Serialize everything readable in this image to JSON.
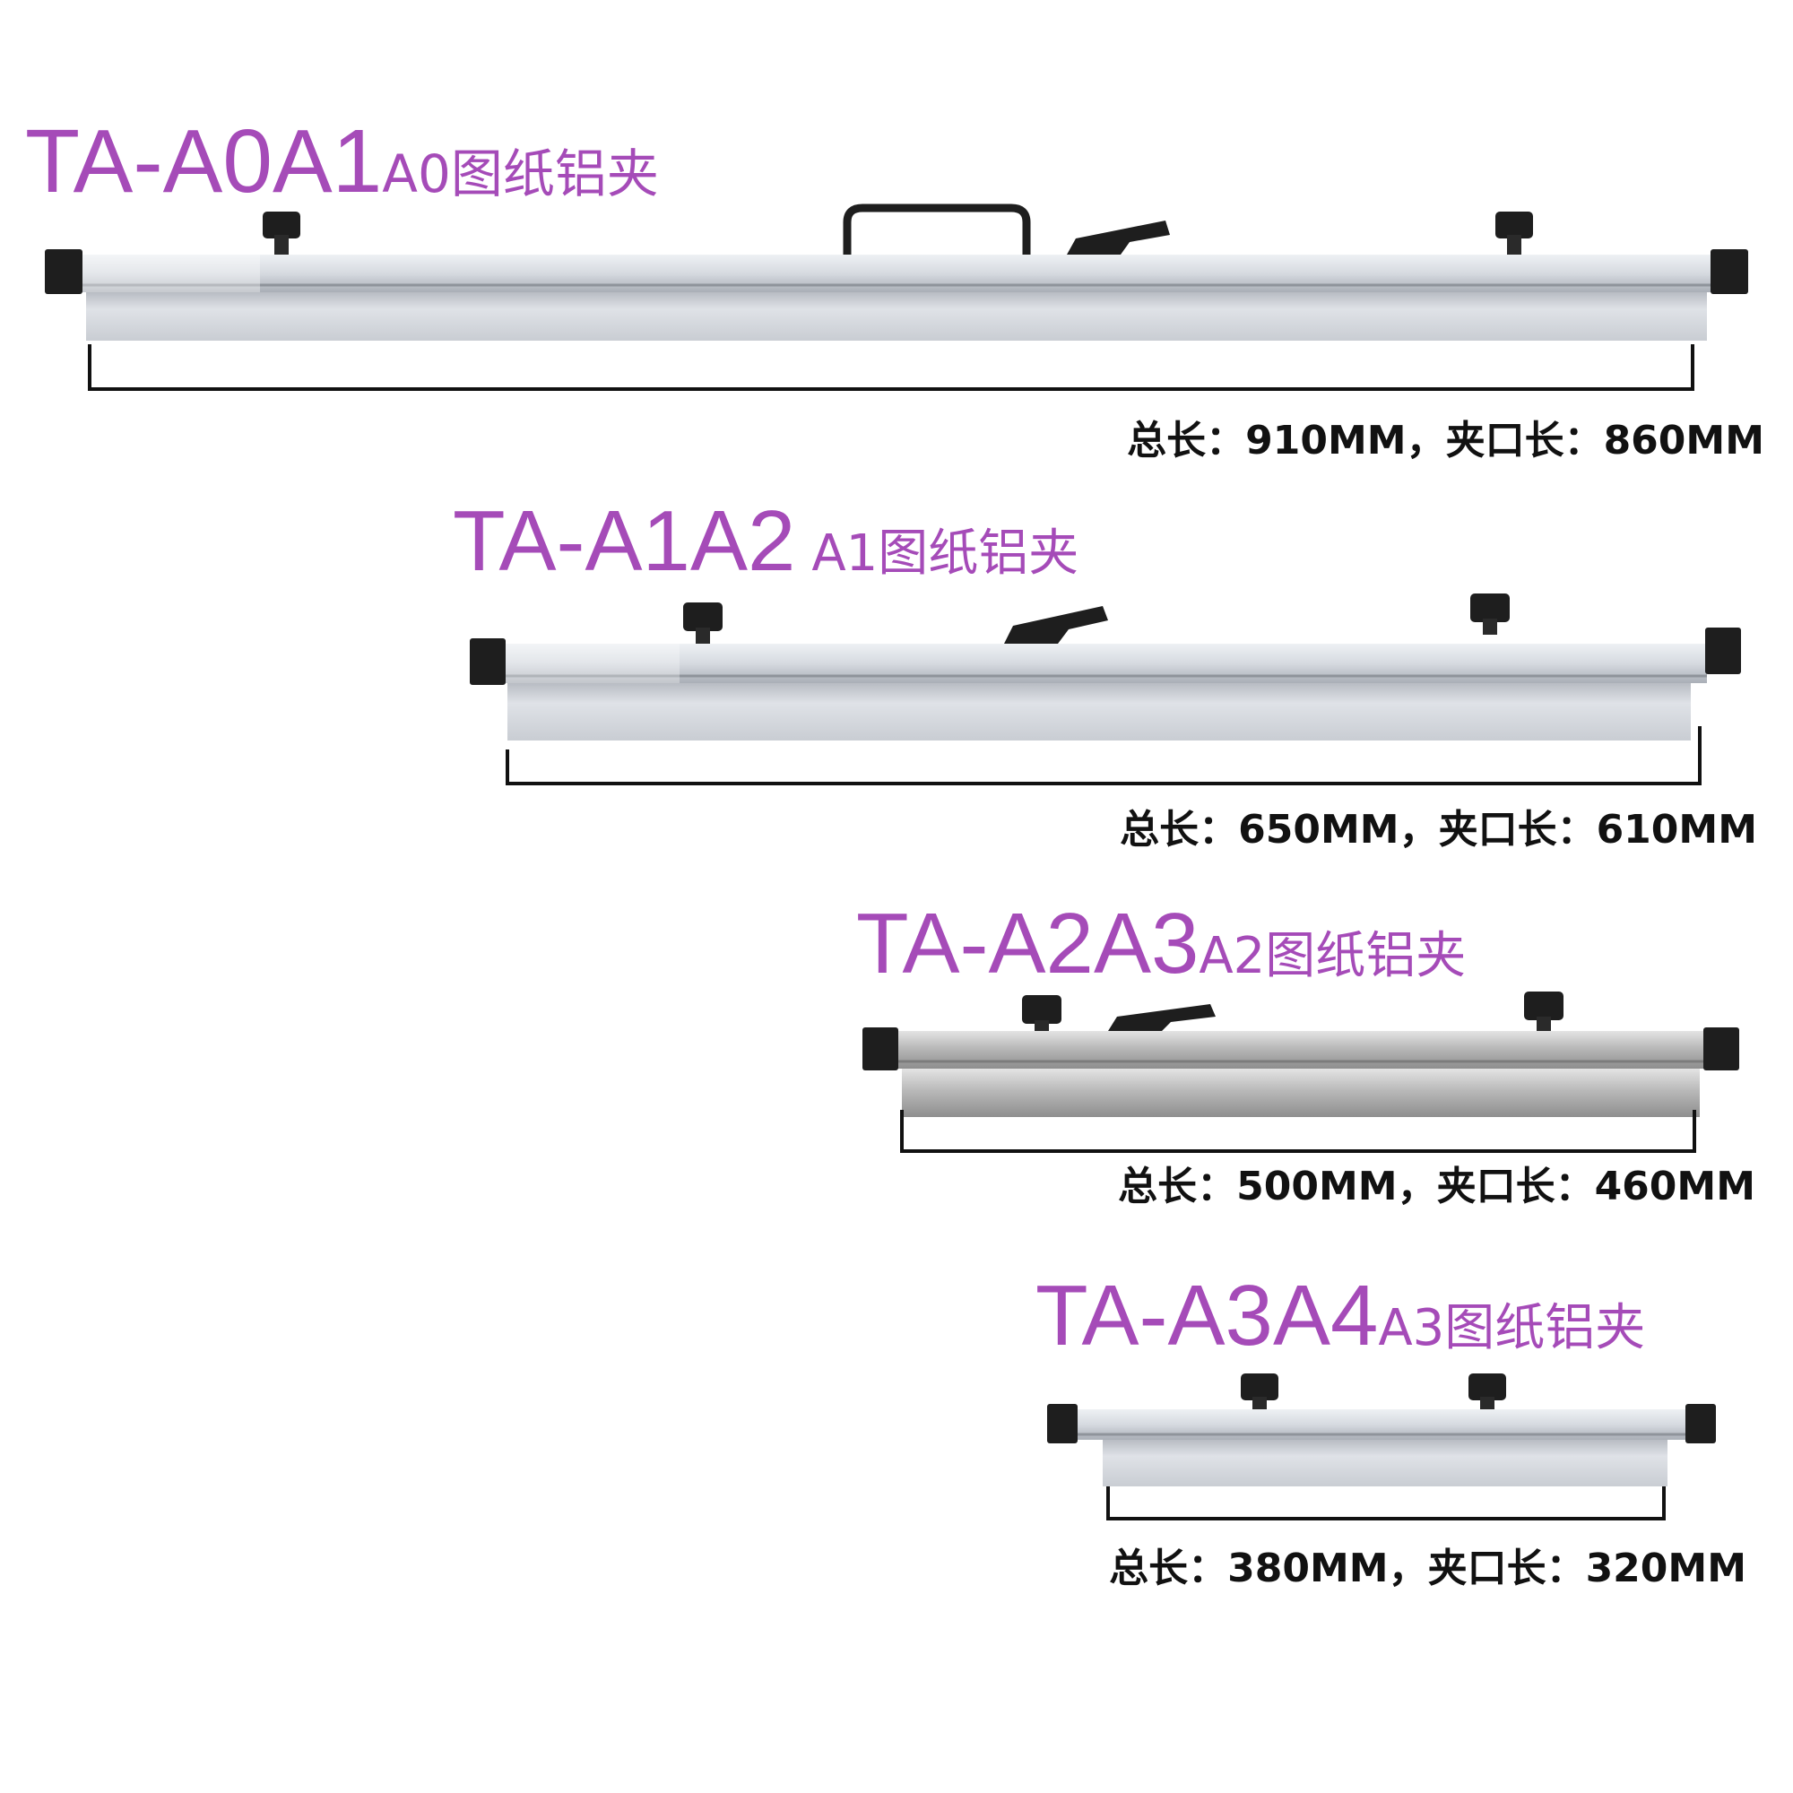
{
  "colors": {
    "title": "#a54bb8",
    "spec_text": "#111111",
    "aluminum": "#d8dbe0",
    "plastic": "#1e1e1e"
  },
  "products": [
    {
      "model": "TA-A0A1",
      "name": "A0图纸铝夹",
      "spec": "总长：910MM，夹口长：860MM",
      "has_handle": true
    },
    {
      "model": "TA-A1A2",
      "name": "A1图纸铝夹",
      "spec": "总长：650MM，夹口长：610MM",
      "has_handle": false
    },
    {
      "model": "TA-A2A3",
      "name": "A2图纸铝夹",
      "spec": "总长：500MM，夹口长：460MM",
      "has_handle": false
    },
    {
      "model": "TA-A3A4",
      "name": "A3图纸铝夹",
      "spec": "总长：380MM，夹口长：320MM",
      "has_handle": false
    }
  ]
}
